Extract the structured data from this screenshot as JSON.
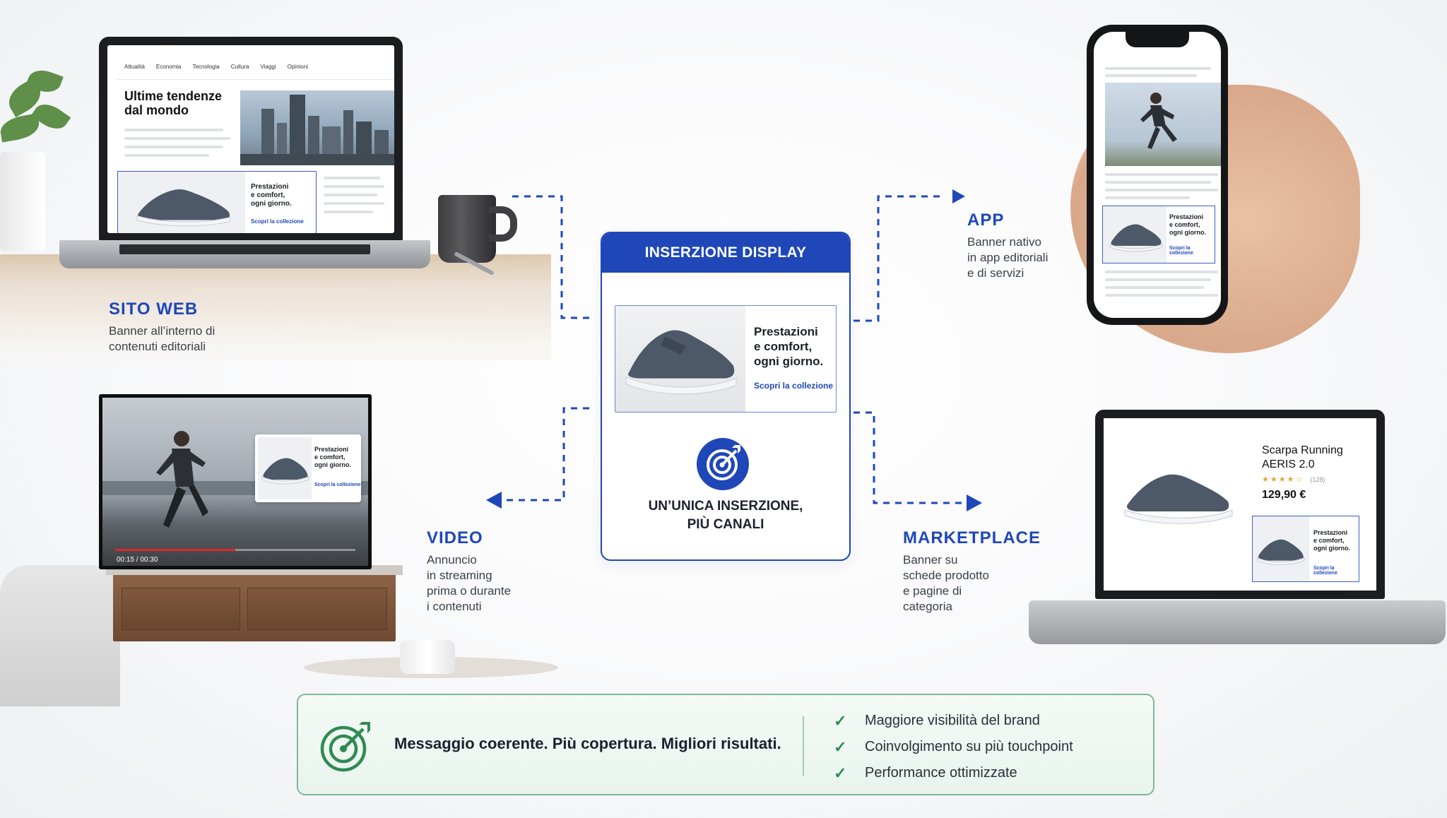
{
  "site_web": {
    "nav": [
      "Attualità",
      "Economia",
      "Tecnologia",
      "Cultura",
      "Viaggi",
      "Opinioni"
    ],
    "headline": "Ultime tendenze dal mondo",
    "title": "SITO WEB",
    "desc_line1": "Banner all’interno di",
    "desc_line2": "contenuti editoriali"
  },
  "ad": {
    "line1": "Prestazioni",
    "line2": "e comfort,",
    "line3": "ogni giorno.",
    "cta": "Scopri la collezione"
  },
  "center": {
    "header": "INSERZIONE DISPLAY",
    "foot_line1": "UN’UNICA INSERZIONE,",
    "foot_line2": "PIÙ CANALI"
  },
  "app": {
    "title": "APP",
    "desc_line1": "Banner nativo",
    "desc_line2": "in app editoriali",
    "desc_line3": "e di servizi"
  },
  "video": {
    "title": "VIDEO",
    "time": "00:15 / 00:30",
    "desc_line1": "Annuncio",
    "desc_line2": "in streaming",
    "desc_line3": "prima o durante",
    "desc_line4": "i contenuti",
    "progress": 0.5
  },
  "marketplace": {
    "title": "MARKETPLACE",
    "product_line1": "Scarpa Running",
    "product_line2": "AERIS 2.0",
    "reviews": "(128)",
    "rating": 4,
    "price": "129,90 €",
    "desc_line1": "Banner su",
    "desc_line2": "schede prodotto",
    "desc_line3": "e pagine di",
    "desc_line4": "categoria"
  },
  "banner": {
    "message": "Messaggio coerente. Più copertura. Migliori risultati.",
    "benefits": [
      "Maggiore visibilità del brand",
      "Coinvolgimento su più touchpoint",
      "Performance ottimizzate"
    ]
  },
  "colors": {
    "brand_blue": "#1f47b8",
    "success_green": "#2f8a52"
  },
  "icons": [
    "target-icon",
    "check-icon"
  ]
}
